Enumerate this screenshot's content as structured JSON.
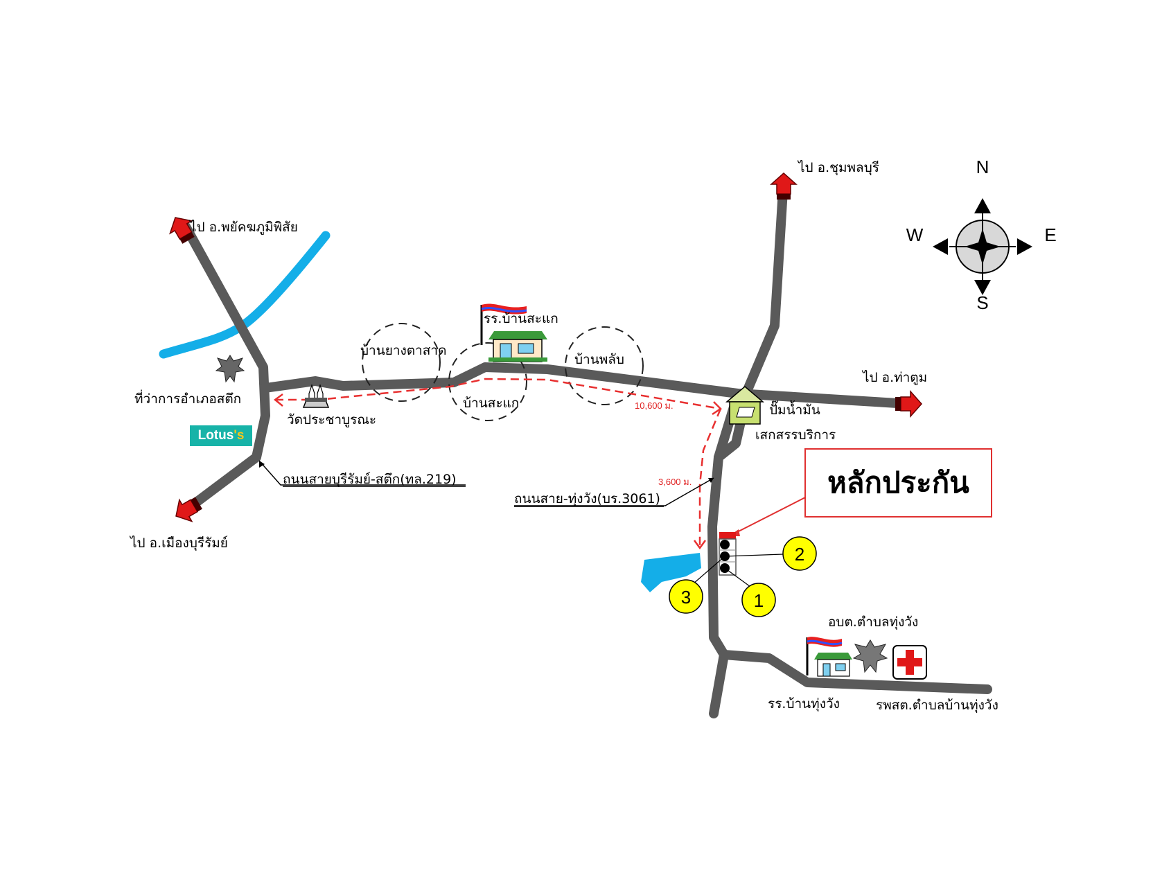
{
  "labels": {
    "to_phayakkhaphum": "ไป อ.พยัคฆภูมิพิสัย",
    "to_chumphon_buri": "ไป อ.ชุมพลบุรี",
    "to_tha_tum": "ไป อ.ท่าตูม",
    "to_mueang_buriram": "ไป อ.เมืองบุรีรัมย์",
    "district_office": "ที่ว่าการอำเภอสตึก",
    "wat": "วัดประชาบูรณะ",
    "ban_yang_ta_sat": "บ้านยางตาสาด",
    "school_ban_sakae": "รร.บ้านสะแก",
    "ban_sakae": "บ้านสะแก",
    "ban_phlap": "บ้านพลับ",
    "gas_station": "ปั๊มน้ำมัน",
    "gas_station_sub": "เสกสรรบริการ",
    "road_219": "ถนนสายบุรีรัมย์-สตึก(ทล.219)",
    "road_3061": "ถนนสาย-ทุ่งวัง(บร.3061)",
    "dist_10600": "10,600 ม.",
    "dist_3600": "3,600 ม.",
    "tambon_admin": "อบต.ตำบลทุ่งวัง",
    "school_thung_wang": "รร.บ้านทุ่งวัง",
    "health_center": "รพสต.ตำบลบ้านทุ่งวัง"
  },
  "lotus": {
    "name": "Lotus",
    "suffix": "'s"
  },
  "callout": "หลักประกัน",
  "markers": [
    "1",
    "2",
    "3"
  ],
  "compass": {
    "n": "N",
    "s": "S",
    "e": "E",
    "w": "W"
  },
  "colors": {
    "road": "#5a5a5a",
    "route": "#e83030",
    "river": "#14aee8",
    "arrow": "#e01818",
    "marker": "#ffff00",
    "lotus": "#17b3a8"
  }
}
